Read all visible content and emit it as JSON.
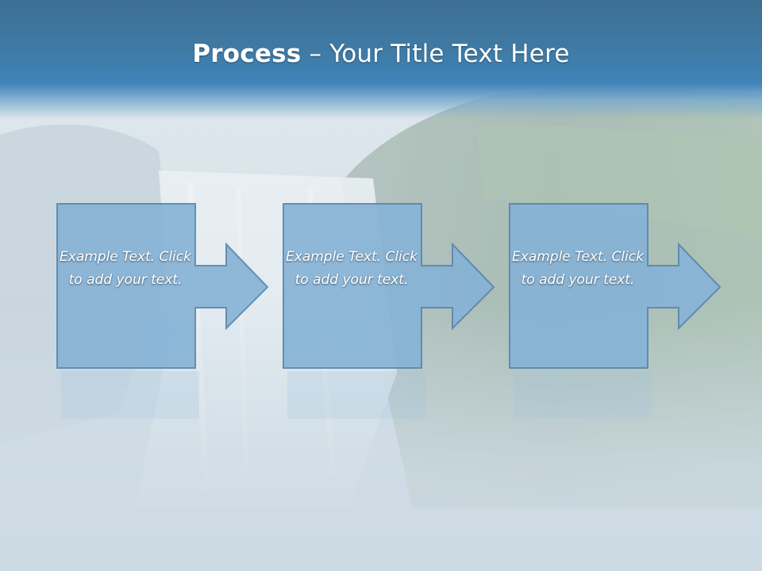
{
  "slide": {
    "title_bold": "Process",
    "title_rest": " – Your Title Text Here"
  },
  "steps": [
    {
      "text": "Example Text. Click  to add your text."
    },
    {
      "text": "Example Text. Click  to add your text."
    },
    {
      "text": "Example Text. Click  to add your text."
    }
  ],
  "colors": {
    "title_band": "#3f7aa4",
    "box_fill": "#87b3d6",
    "box_stroke": "#5b87ad",
    "text": "#ffffff"
  }
}
